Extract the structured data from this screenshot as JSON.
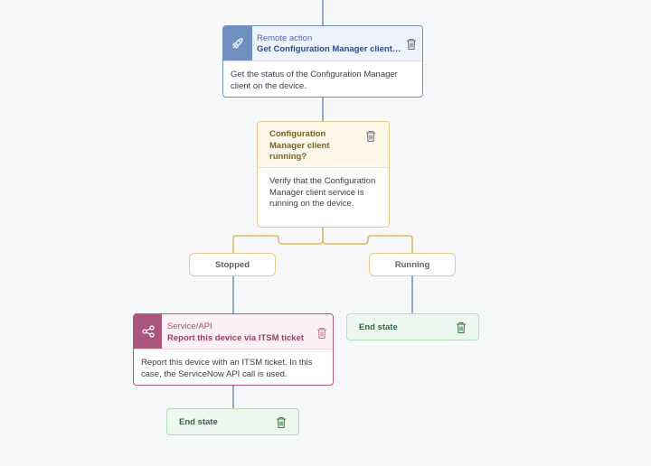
{
  "remote_action": {
    "type_label": "Remote action",
    "title": "Get Configuration Manager client status",
    "description": "Get the status of the Configuration Manager client on the device.",
    "icon": "rocket-icon"
  },
  "condition": {
    "title": "Configuration Manager client running?",
    "description": "Verify that the Configuration Manager client service is running on the device."
  },
  "branches": {
    "stopped": "Stopped",
    "running": "Running"
  },
  "service_api": {
    "type_label": "Service/API",
    "title": "Report this device via ITSM ticket",
    "description": "Report this device with an ITSM ticket. In this case, the ServiceNow API call is used.",
    "icon": "share-icon"
  },
  "end_states": {
    "running_end": "End state",
    "stopped_end": "End state"
  },
  "icons": {
    "delete": "trash-icon"
  },
  "colors": {
    "remote_accent": "#6f8fc0",
    "condition_accent": "#e6c98a",
    "service_accent": "#a9557e",
    "end_accent": "#b7dbbb",
    "connector": "#6f8fc0"
  }
}
